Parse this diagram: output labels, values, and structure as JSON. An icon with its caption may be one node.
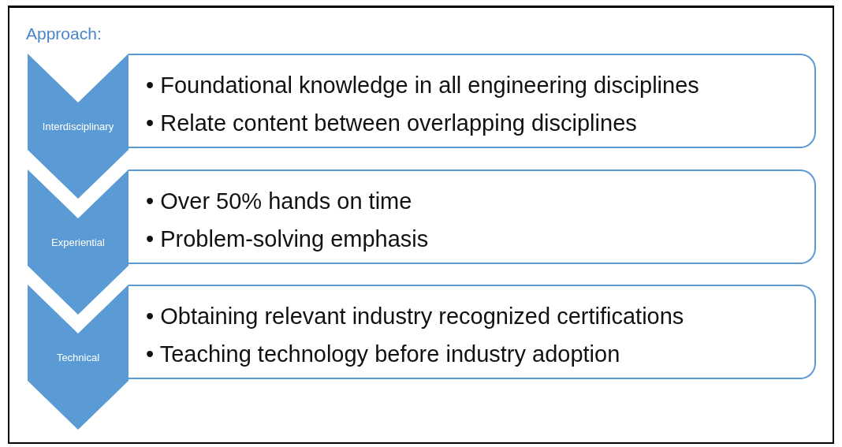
{
  "diagram": {
    "title": "Approach:",
    "nodes": [
      {
        "text": [
          "Interdisciplinary"
        ]
      },
      {
        "text": [
          "• Foundational knowledge in all engineering disciplines",
          "• Relate content between overlapping disciplines"
        ]
      },
      {
        "text": [
          "Experiential"
        ]
      },
      {
        "text": [
          "• Over 50% hands on time",
          "• Problem-solving emphasis"
        ]
      },
      {
        "text": [
          "Technical"
        ]
      },
      {
        "text": [
          "• Obtaining relevant industry recognized certifications",
          "• Teaching technology before industry adoption"
        ]
      }
    ]
  }
}
